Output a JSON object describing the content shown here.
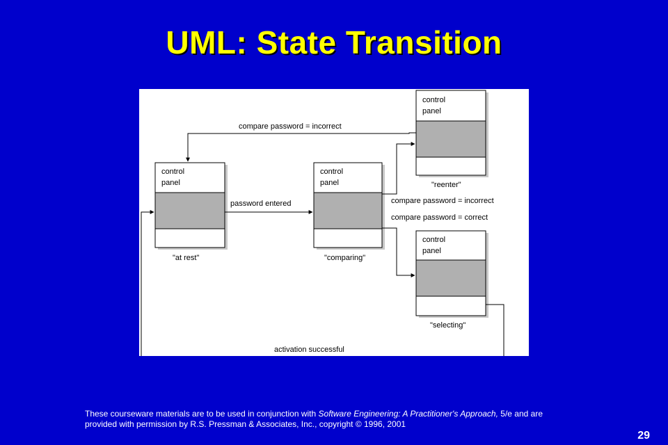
{
  "slide": {
    "title": "UML: State Transition",
    "page_number": "29",
    "footer": {
      "line1_pre": "These courseware materials are to be used in conjunction with ",
      "line1_italic": "Software Engineering: A Practitioner's Approach,",
      "line1_post": " 5/e and are",
      "line2": "provided with permission by R.S. Pressman & Associates, Inc., copyright © 1996, 2001"
    }
  },
  "diagram": {
    "compartment_label_line1": "control",
    "compartment_label_line2": "panel",
    "states": {
      "at_rest": "\"at rest\"",
      "comparing": "\"comparing\"",
      "reenter": "\"reenter\"",
      "selecting": "\"selecting\""
    },
    "transitions": {
      "top_incorrect": "compare password = incorrect",
      "password_entered": "password entered",
      "mid_incorrect": "compare password = incorrect",
      "correct": "compare password = correct",
      "activation": "activation successful"
    },
    "colors": {
      "background": "#0000CC",
      "title": "#FFFF00",
      "compartment_fill": "#B0B0B0",
      "shadow": "#C8C8C8"
    }
  }
}
